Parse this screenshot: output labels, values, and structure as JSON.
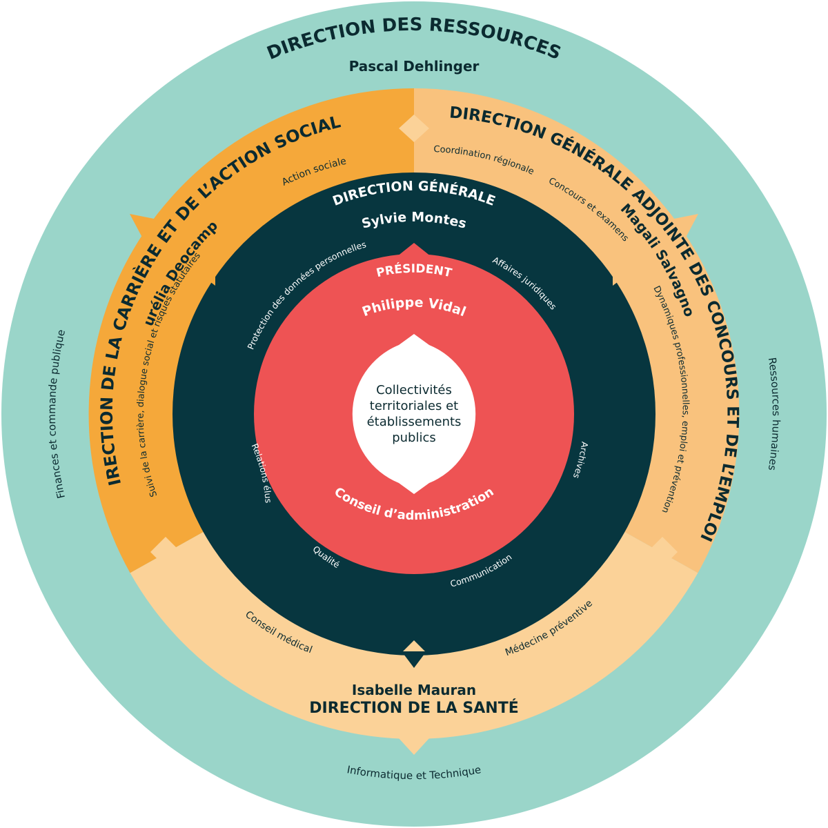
{
  "colors": {
    "outer_ring": "#9ad5c9",
    "direction_carriere": "#f5a83a",
    "direction_concours": "#f9c27d",
    "direction_sante": "#fbd298",
    "direction_generale": "#07363f",
    "president": "#ee5354",
    "core": "#ffffff",
    "dark_text": "#0b2a30",
    "light_text": "#ffffff"
  },
  "ressources": {
    "title": "DIRECTION DES RESSOURCES",
    "head": "Pascal Dehlinger",
    "services": {
      "left": "Finances et commande publique",
      "right": "Ressources humaines",
      "bottom": "Informatique et Technique"
    }
  },
  "carriere": {
    "title": "DIRECTION DE LA CARRIÈRE ET DE L’ACTION SOCIALE",
    "head": "Aurélia Deocampo",
    "services": {
      "action_sociale": "Action sociale",
      "suivi": "Suivi de la carrière, dialogue social et risques statutaires"
    }
  },
  "concours": {
    "title": "DIRECTION GÉNÉRALE ADJOINTE DES CONCOURS ET DE L’EMPLOI",
    "head": "Magali Salvagno",
    "services": {
      "coordination": "Coordination régionale",
      "concours": "Concours et examens",
      "dynamiques": "Dynamiques professionnelles, emploi et prévention"
    }
  },
  "sante": {
    "title": "DIRECTION DE LA SANTÉ",
    "head": "Isabelle Mauran",
    "services": {
      "conseil_medical": "Conseil médical",
      "medecine": "Médecine préventive"
    }
  },
  "generale": {
    "title": "DIRECTION GÉNÉRALE",
    "head": "Sylvie Montes",
    "services": {
      "protection": "Protection des données personnelles",
      "affaires": "Affaires juridiques",
      "relations": "Relations élus",
      "archives": "Archives",
      "qualite": "Qualité",
      "communication": "Communication"
    }
  },
  "president": {
    "title": "PRÉSIDENT",
    "name": "Philippe Vidal",
    "conseil": "Conseil d’administration"
  },
  "core": {
    "line1": "Collectivités",
    "line2": "territoriales et",
    "line3": "établissements",
    "line4": "publics"
  }
}
